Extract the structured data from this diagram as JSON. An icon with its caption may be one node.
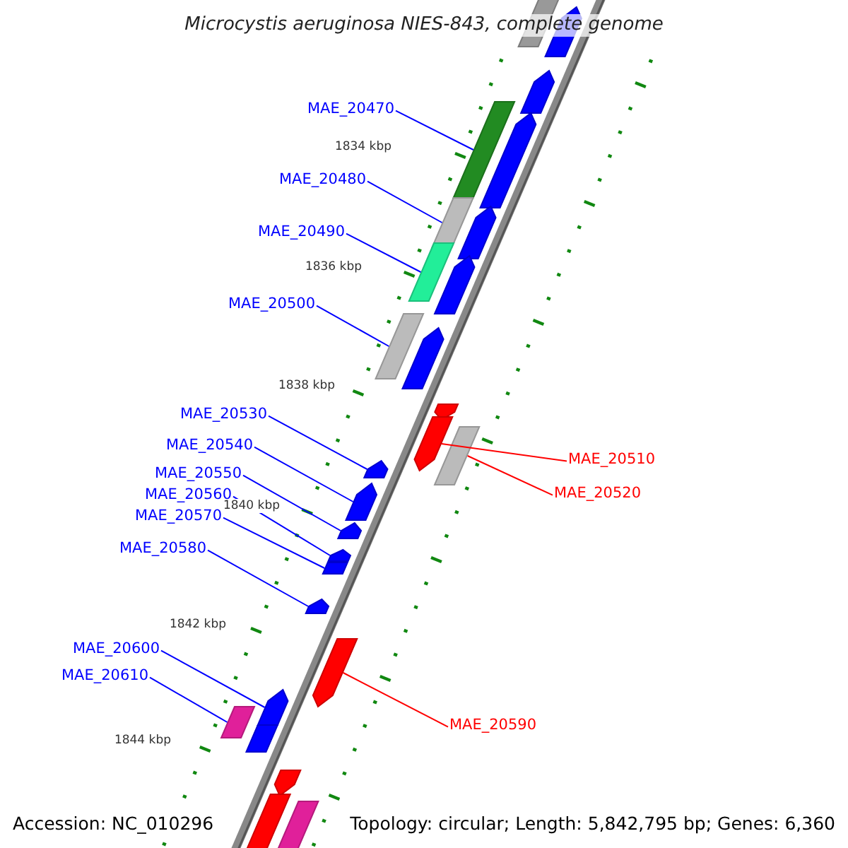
{
  "diagram": {
    "title": "Microcystis aeruginosa NIES-843, complete genome",
    "nodes": [
      {
        "text": [
          "MAE_20470"
        ]
      },
      {
        "text": [
          "MAE_20480"
        ]
      },
      {
        "text": [
          "MAE_20490"
        ]
      },
      {
        "text": [
          "MAE_20500"
        ]
      },
      {
        "text": [
          "MAE_20530"
        ]
      },
      {
        "text": [
          "MAE_20540"
        ]
      },
      {
        "text": [
          "MAE_20550"
        ]
      },
      {
        "text": [
          "MAE_20560"
        ]
      },
      {
        "text": [
          "MAE_20570"
        ]
      },
      {
        "text": [
          "MAE_20580"
        ]
      },
      {
        "text": [
          "MAE_20510"
        ]
      },
      {
        "text": [
          "MAE_20520"
        ]
      },
      {
        "text": [
          "MAE_20590"
        ]
      },
      {
        "text": [
          "MAE_20600"
        ]
      },
      {
        "text": [
          "MAE_20610"
        ]
      },
      {
        "text": [],
        "shape": "bar"
      },
      {
        "text": [],
        "shape": "pentagon"
      },
      {
        "text": [],
        "shape": "pentagon"
      },
      {
        "text": [],
        "shape": "bar"
      },
      {
        "text": [],
        "shape": "pentagon"
      },
      {
        "text": [],
        "shape": "bar"
      },
      {
        "text": [],
        "shape": "pentagon"
      },
      {
        "text": [],
        "shape": "bar"
      },
      {
        "text": [],
        "shape": "pentagon"
      },
      {
        "text": [],
        "shape": "bar"
      },
      {
        "text": [],
        "shape": "pentagon"
      },
      {
        "text": [],
        "shape": "pentagon"
      },
      {
        "text": [],
        "shape": "pentagon"
      },
      {
        "text": [],
        "shape": "bar"
      },
      {
        "text": [],
        "shape": "pentagon"
      },
      {
        "text": [],
        "shape": "pentagon"
      },
      {
        "text": [],
        "shape": "pentagon"
      },
      {
        "text": [],
        "shape": "pentagon"
      },
      {
        "text": [],
        "shape": "bar"
      },
      {
        "text": [],
        "shape": "pentagon"
      },
      {
        "text": [],
        "shape": "pentagon"
      },
      {
        "text": [],
        "shape": "pentagon"
      },
      {
        "text": [],
        "shape": "bar"
      },
      {
        "text": [],
        "shape": "bar"
      },
      {
        "text": [],
        "shape": "pentagon"
      },
      {
        "text": [],
        "shape": "bar"
      },
      {
        "text": [],
        "shape": "bar"
      }
    ],
    "edges": [
      {
        "from": 0,
        "to": 18,
        "arrow": "none"
      },
      {
        "from": 1,
        "to": 20,
        "arrow": "none"
      },
      {
        "from": 2,
        "to": 22,
        "arrow": "none"
      },
      {
        "from": 3,
        "to": 24,
        "arrow": "none"
      },
      {
        "from": 4,
        "to": 29,
        "arrow": "none"
      },
      {
        "from": 5,
        "to": 30,
        "arrow": "none"
      },
      {
        "from": 6,
        "to": 31,
        "arrow": "none"
      },
      {
        "from": 7,
        "to": 32,
        "arrow": "none"
      },
      {
        "from": 8,
        "to": 33,
        "arrow": "none"
      },
      {
        "from": 9,
        "to": 34,
        "arrow": "none"
      },
      {
        "from": 10,
        "to": 27,
        "arrow": "none",
        "color": "#ff0000"
      },
      {
        "from": 11,
        "to": 28,
        "arrow": "none",
        "color": "#ff0000"
      },
      {
        "from": 12,
        "to": 35,
        "arrow": "none",
        "color": "#ff0000"
      },
      {
        "from": 13,
        "to": 36,
        "arrow": "none"
      },
      {
        "from": 14,
        "to": 37,
        "arrow": "none"
      }
    ],
    "labels": [
      "1834 kbp",
      "1836 kbp",
      "1838 kbp",
      "1840 kbp",
      "1842 kbp",
      "1844 kbp",
      "Accession: NC_010296",
      "Topology: circular; Length: 5,842,795 bp; Genes: 6,360"
    ]
  }
}
